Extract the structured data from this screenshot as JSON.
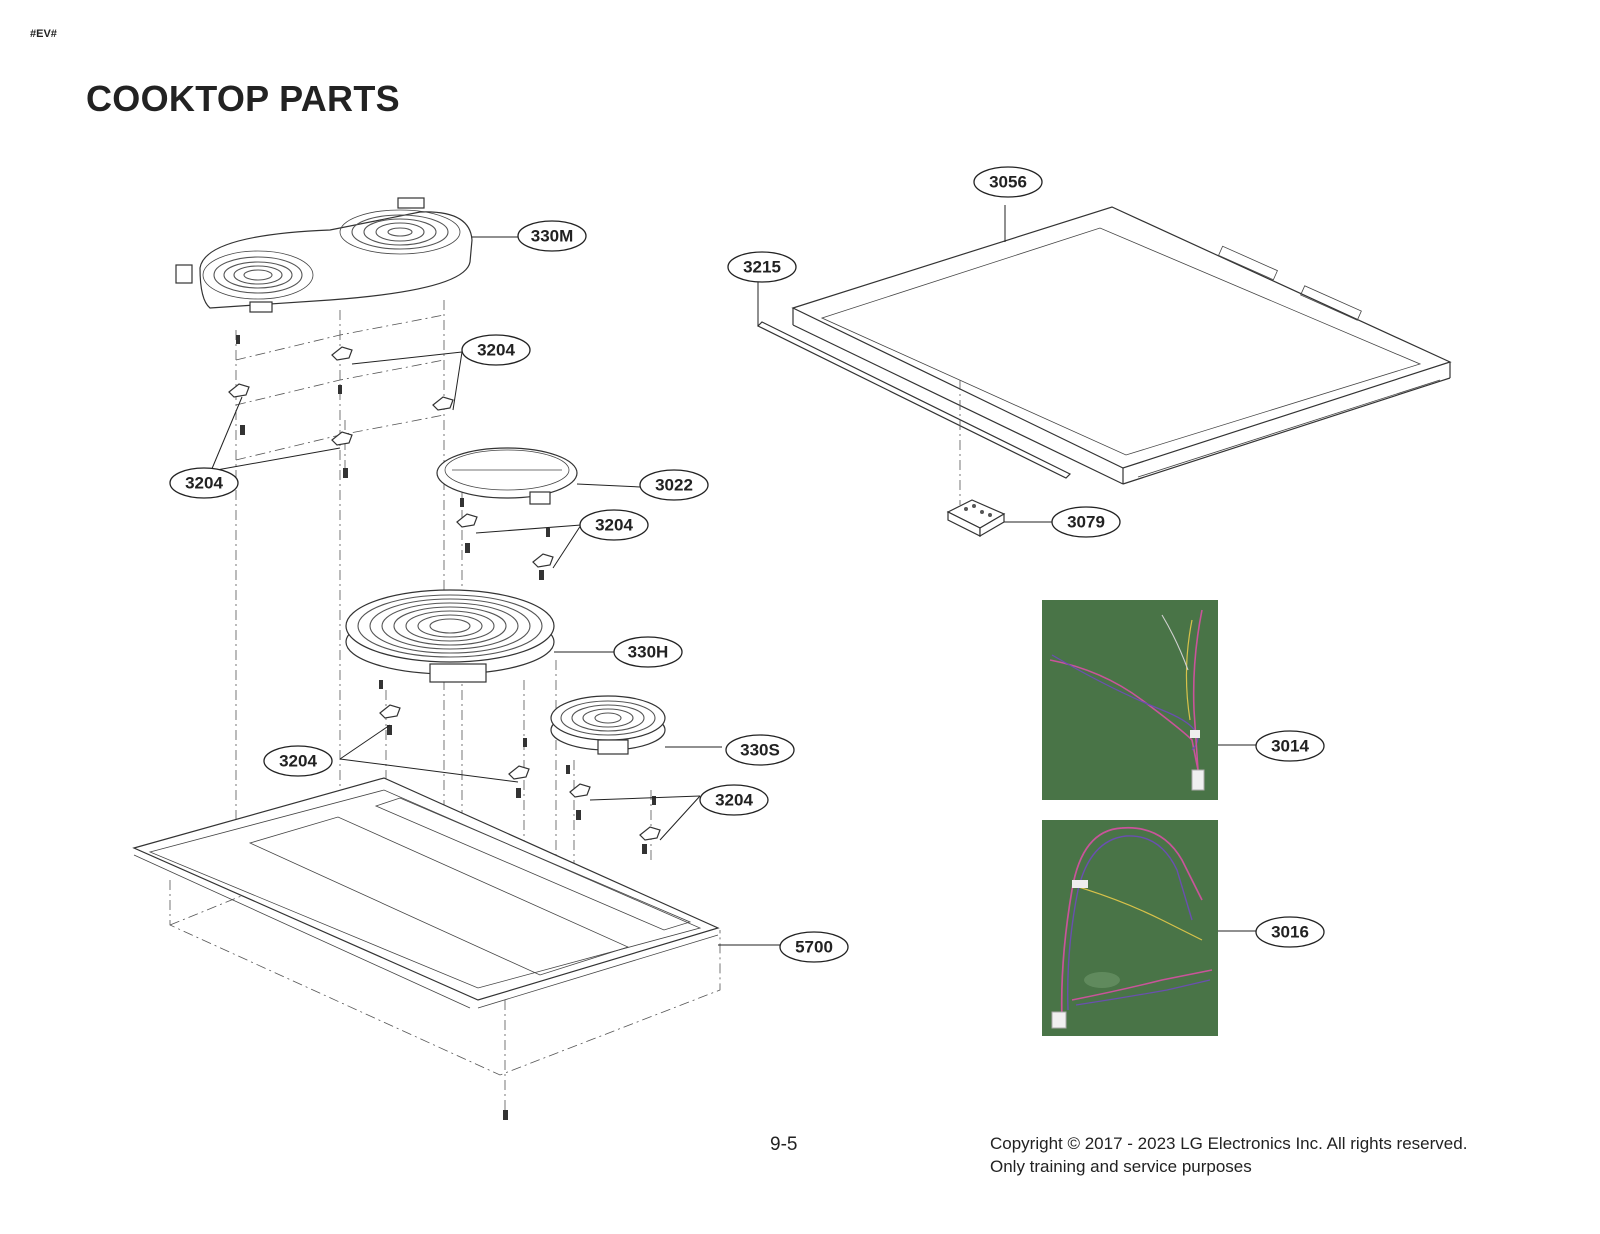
{
  "header": {
    "doc_code": "#EV#",
    "title": "COOKTOP PARTS"
  },
  "callouts": [
    {
      "id": "c-330m",
      "label": "330M"
    },
    {
      "id": "c-3204-a",
      "label": "3204"
    },
    {
      "id": "c-3204-b",
      "label": "3204"
    },
    {
      "id": "c-3022",
      "label": "3022"
    },
    {
      "id": "c-3204-c",
      "label": "3204"
    },
    {
      "id": "c-330h",
      "label": "330H"
    },
    {
      "id": "c-3204-d",
      "label": "3204"
    },
    {
      "id": "c-330s",
      "label": "330S"
    },
    {
      "id": "c-3204-e",
      "label": "3204"
    },
    {
      "id": "c-5700",
      "label": "5700"
    },
    {
      "id": "c-3056",
      "label": "3056"
    },
    {
      "id": "c-3215",
      "label": "3215"
    },
    {
      "id": "c-3079",
      "label": "3079"
    },
    {
      "id": "c-3014",
      "label": "3014"
    },
    {
      "id": "c-3016",
      "label": "3016"
    }
  ],
  "colors": {
    "photo_background": "#4f7a4c",
    "wire_pink": "#c9549a",
    "wire_purple": "#6a4fb0",
    "wire_yellow": "#d8c24a"
  },
  "footer": {
    "page_number": "9-5",
    "copyright_line1": "Copyright © 2017 - 2023 LG Electronics Inc. All rights reserved.",
    "copyright_line2": "Only training and service purposes"
  }
}
